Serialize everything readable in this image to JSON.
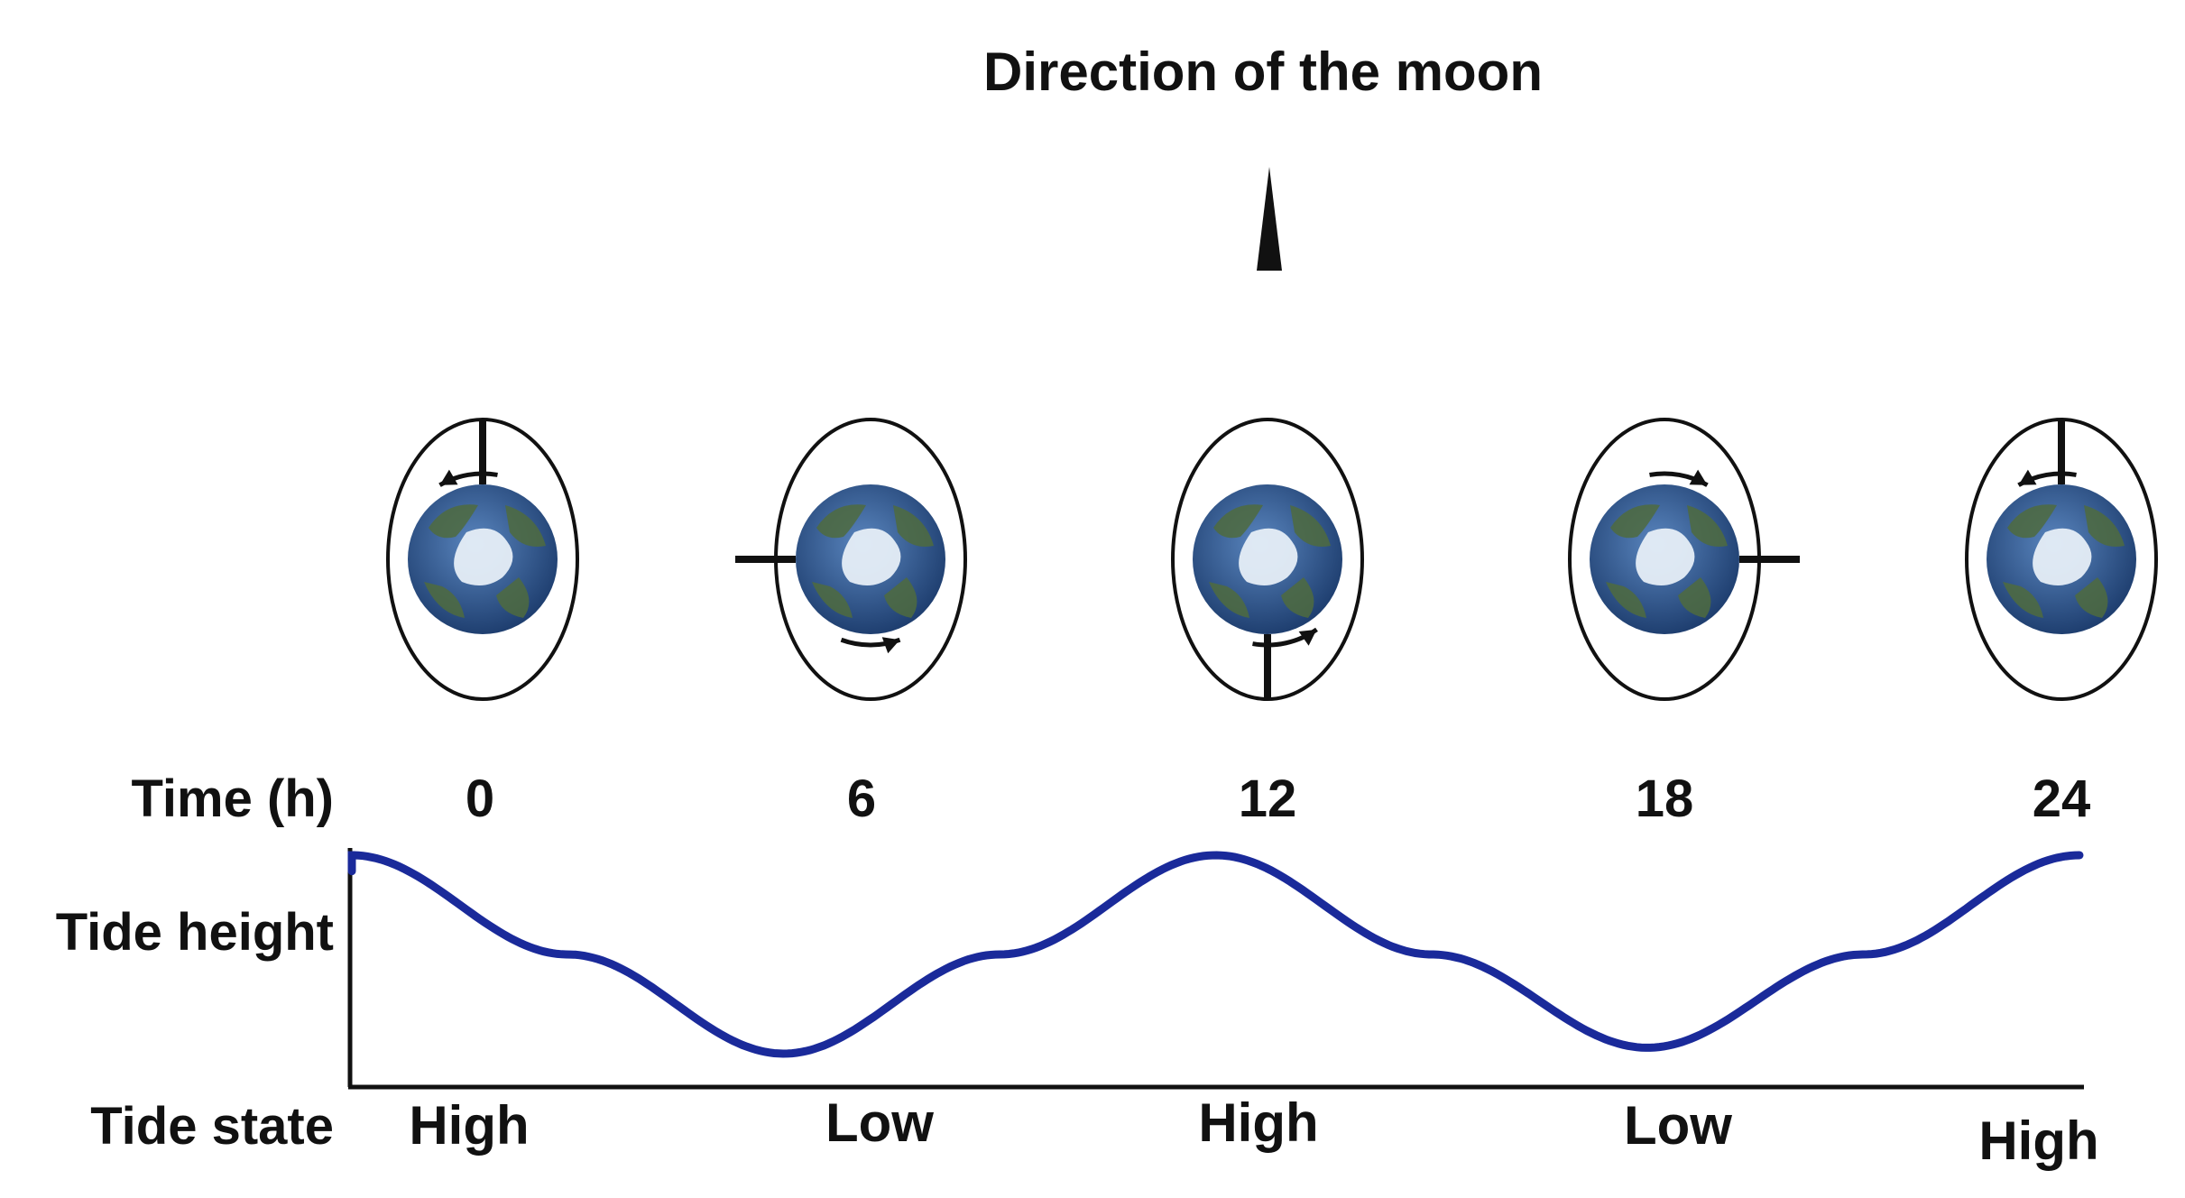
{
  "title": "Direction of the moon",
  "row_labels": {
    "time": "Time (h)",
    "tide_height": "Tide height",
    "tide_state": "Tide state"
  },
  "times": [
    "0",
    "6",
    "12",
    "18",
    "24"
  ],
  "tide_states": [
    "High",
    "Low",
    "High",
    "Low",
    "High"
  ],
  "colors": {
    "tide_curve": "#1a2a9a",
    "tide_height_label": "#1a2a9a",
    "ocean": "#2f5f9e",
    "land": "#4f6b3e",
    "ice": "#e6eef7",
    "stroke": "#111111"
  },
  "icons": {
    "moon_direction": "arrow-up-icon",
    "earth": "earth-north-pole-icon",
    "tidal_bulge": "ellipse-bulge-icon",
    "rotation": "curved-arrow-icon"
  },
  "chart_data": {
    "type": "line",
    "x": [
      0,
      3,
      6,
      9,
      12,
      15,
      18,
      21,
      24
    ],
    "series": [
      {
        "values": [
          1.0,
          0.5,
          0.0,
          0.5,
          1.0,
          0.5,
          0.03,
          0.5,
          1.0
        ]
      }
    ],
    "xlabel": "Time (h)",
    "ylabel": "Tide height",
    "xlim": [
      0,
      24
    ],
    "ylim": [
      0,
      1
    ],
    "grid": false,
    "legend": "none"
  }
}
